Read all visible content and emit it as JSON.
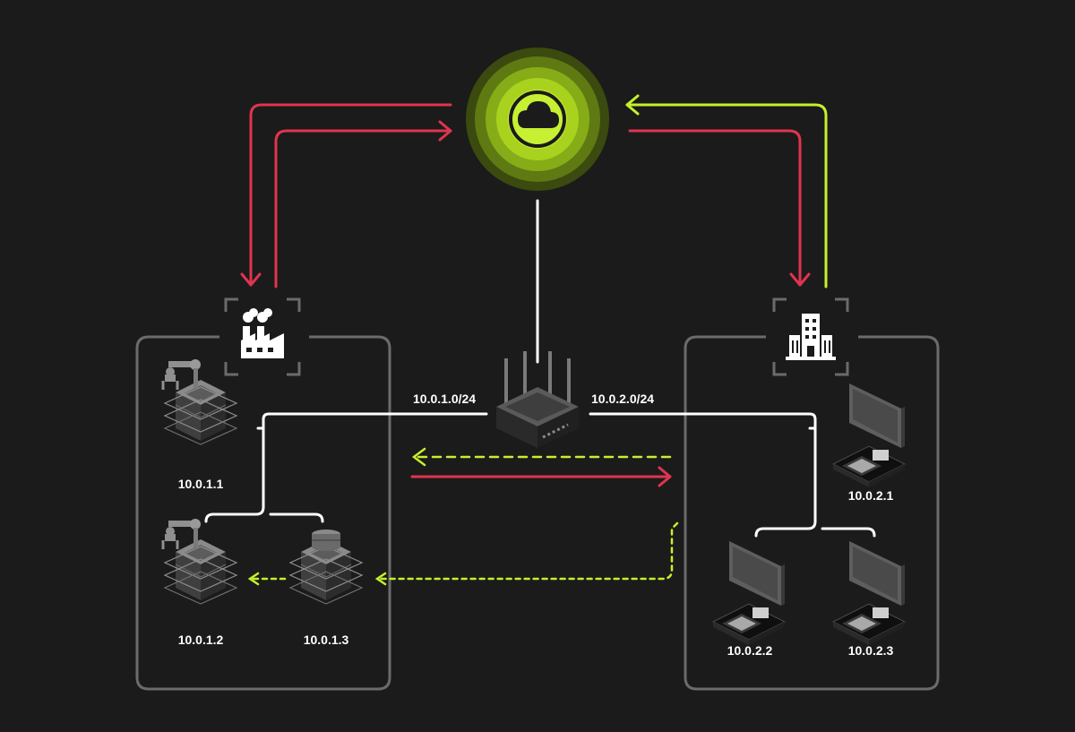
{
  "labels": {
    "subnet_a": "10.0.1.0/24",
    "subnet_b": "10.0.2.0/24",
    "host_a1": "10.0.1.1",
    "host_a2": "10.0.1.2",
    "host_a3": "10.0.1.3",
    "host_b1": "10.0.2.1",
    "host_b2": "10.0.2.2",
    "host_b3": "10.0.2.3"
  },
  "icons": {
    "cloud": "cloud-icon",
    "router": "router-icon",
    "factory": "factory-icon",
    "office": "office-building-icon",
    "server": "server-stack-icon",
    "robot_arm": "robot-arm-icon",
    "database": "database-icon",
    "computer": "desktop-computer-icon"
  },
  "colors": {
    "background": "#1b1b1b",
    "request_arrow": "#e0344f",
    "response_arrow": "#c6f02c",
    "cloud_ring": "#9ccc1c",
    "panel_border": "#6b6b6b",
    "wire": "#ffffff"
  }
}
